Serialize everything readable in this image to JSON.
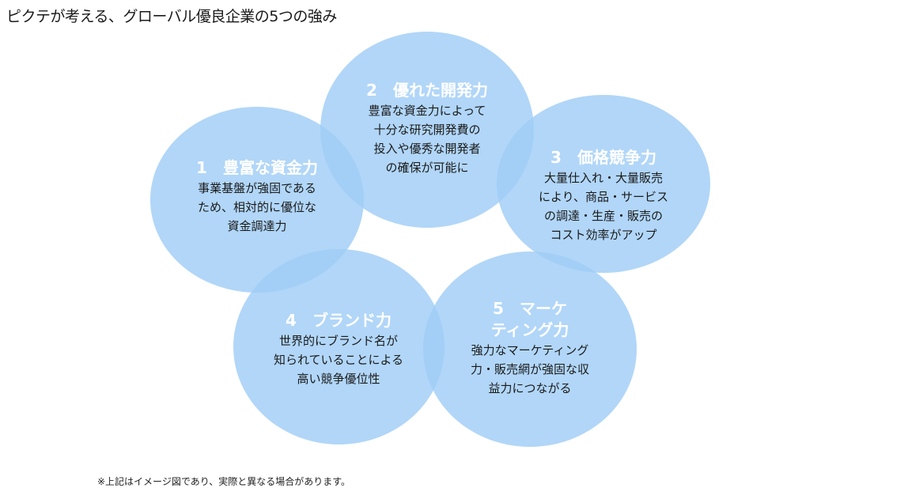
{
  "title": "ピクテが考える、グローバル優良企業の5つの強み",
  "strengths": [
    {
      "title_lines": [
        "1　豊富な資金力"
      ],
      "lines": [
        "事業基盤が強固である",
        "ため、相対的に優位な",
        "資金調達力"
      ]
    },
    {
      "title_lines": [
        "2　優れた開発力"
      ],
      "lines": [
        "豊富な資金力によって",
        "十分な研究開発費の",
        "投入や優秀な開発者",
        "の確保が可能に"
      ]
    },
    {
      "title_lines": [
        "3　価格競争力"
      ],
      "lines": [
        "大量仕入れ・大量販売",
        "により、商品・サービス",
        "の調達・生産・販売の",
        "コスト効率がアップ"
      ]
    },
    {
      "title_lines": [
        "4　ブランド力"
      ],
      "lines": [
        "世界的にブランド名が",
        "知られていることによる",
        "高い競争優位性"
      ]
    },
    {
      "title_lines": [
        "5　マーケ",
        "ティング力"
      ],
      "lines": [
        "強力なマーケティング",
        "力・販売網が強固な収",
        "益力につながる"
      ]
    }
  ],
  "note": "※上記はイメージ図であり、実際と異なる場合があります。",
  "colors": {
    "circle": "#a0cdf7",
    "heading": "#ffffff"
  }
}
